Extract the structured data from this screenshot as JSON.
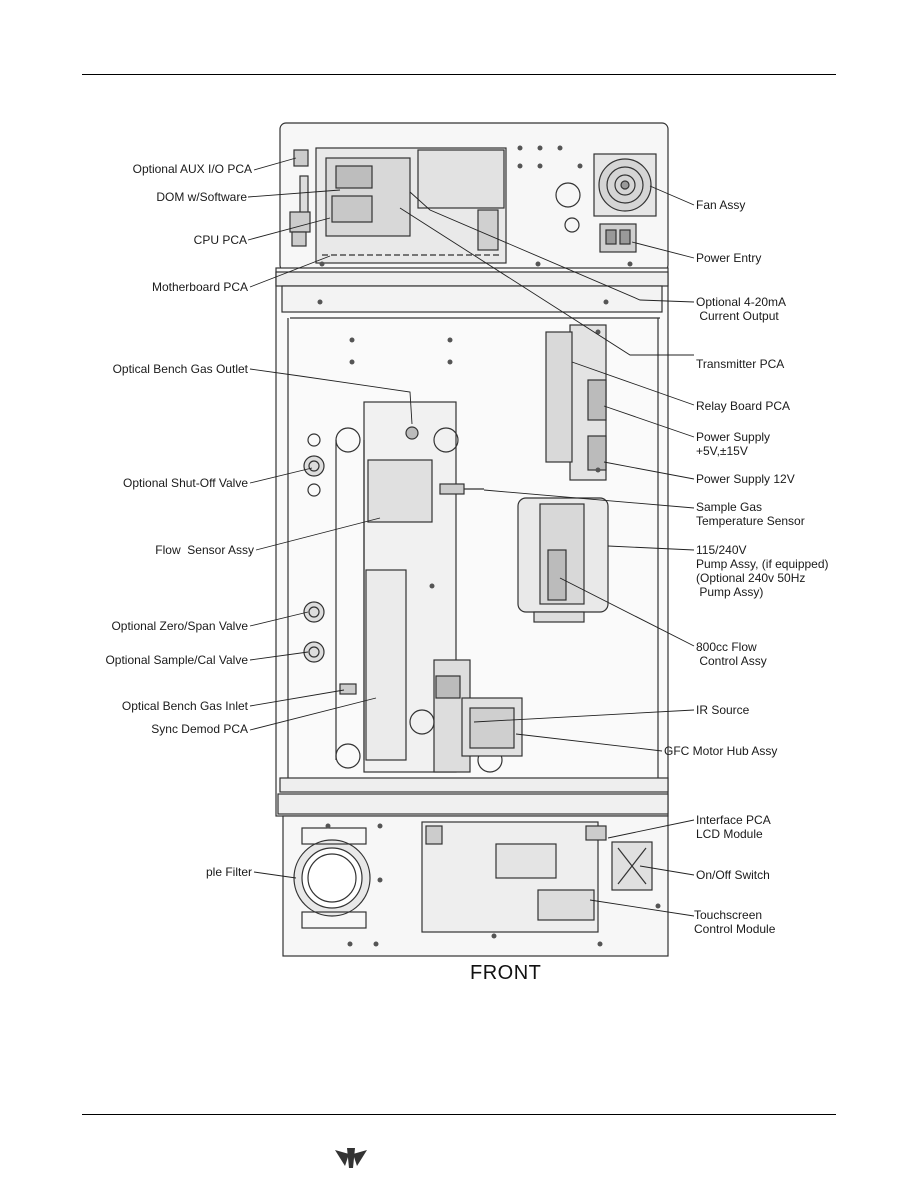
{
  "labels_left": {
    "aux_io": "Optional AUX I/O PCA",
    "dom": "DOM w/Software",
    "cpu": "CPU PCA",
    "motherboard": "Motherboard PCA",
    "bench_outlet": "Optical Bench Gas Outlet",
    "shutoff": "Optional Shut-Off Valve",
    "flow_sensor": "Flow  Sensor Assy",
    "zero_span": "Optional Zero/Span Valve",
    "sample_cal": "Optional Sample/Cal Valve",
    "bench_inlet": "Optical Bench Gas Inlet",
    "sync_demod": "Sync Demod PCA",
    "filter": "ple Filter"
  },
  "labels_right": {
    "fan": "Fan Assy",
    "power_entry": "Power Entry",
    "current_out": "Optional 4-20mA\n Current Output",
    "transmitter": "Transmitter PCA",
    "relay": "Relay Board PCA",
    "ps15": "Power Supply\n+5V,±15V",
    "ps12": "Power Supply 12V",
    "temp_sensor": "Sample Gas\nTemperature Sensor",
    "pump": "115/240V\nPump Assy, (if equipped)\n(Optional 240v 50Hz\n Pump Assy)",
    "flow_control": "800cc Flow\n Control Assy",
    "ir_source": "IR Source",
    "gfc_motor": "GFC Motor Hub Assy",
    "interface": "Interface PCA\nLCD Module",
    "onoff": "On/Off Switch",
    "touchscreen": "Touchscreen\nControl Module"
  },
  "front_label": "FRONT",
  "icons": {
    "logo": "teledyne-logo-icon"
  }
}
